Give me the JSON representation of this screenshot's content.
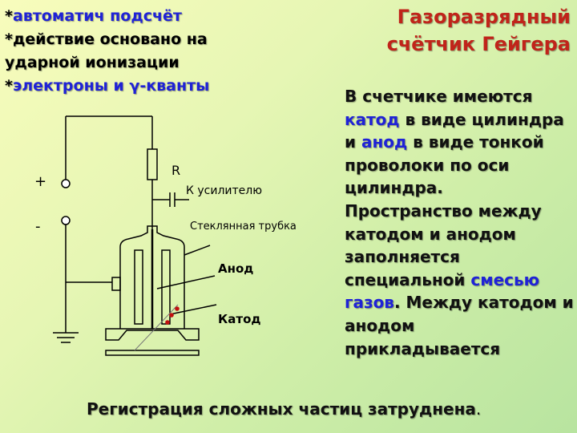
{
  "top_list": {
    "item1": {
      "star": "*",
      "text": "автоматич подсчёт"
    },
    "item2": {
      "star": "*",
      "text": "действие основано на ударной ионизации"
    },
    "item3": {
      "star": "*",
      "text": "электроны и γ-кванты"
    }
  },
  "title": {
    "line1": "Газоразрядный",
    "line2": "счётчик Гейгера"
  },
  "description": {
    "p1": "В счетчике имеются ",
    "cathode": "катод",
    "p2": " в виде цилиндра и ",
    "anode": "анод",
    "p3": " в виде тонкой проволоки по оси цилиндра. Пространство между катодом и анодом заполняется специальной ",
    "gas": "смесью газов",
    "p4": ". Между катодом и анодом прикладывается"
  },
  "diagram_labels": {
    "resistor": "R",
    "plus": "+",
    "minus": "-",
    "amplifier": "К усилителю",
    "tube": "Стеклянная трубка",
    "anode": "Анод",
    "cathode": "Катод"
  },
  "footer": {
    "text": "Регистрация сложных частиц затруднена",
    "end": "."
  },
  "colors": {
    "accent_blue": "#1f22d6",
    "title_red": "#c0241a",
    "particle_red": "#c01010"
  }
}
